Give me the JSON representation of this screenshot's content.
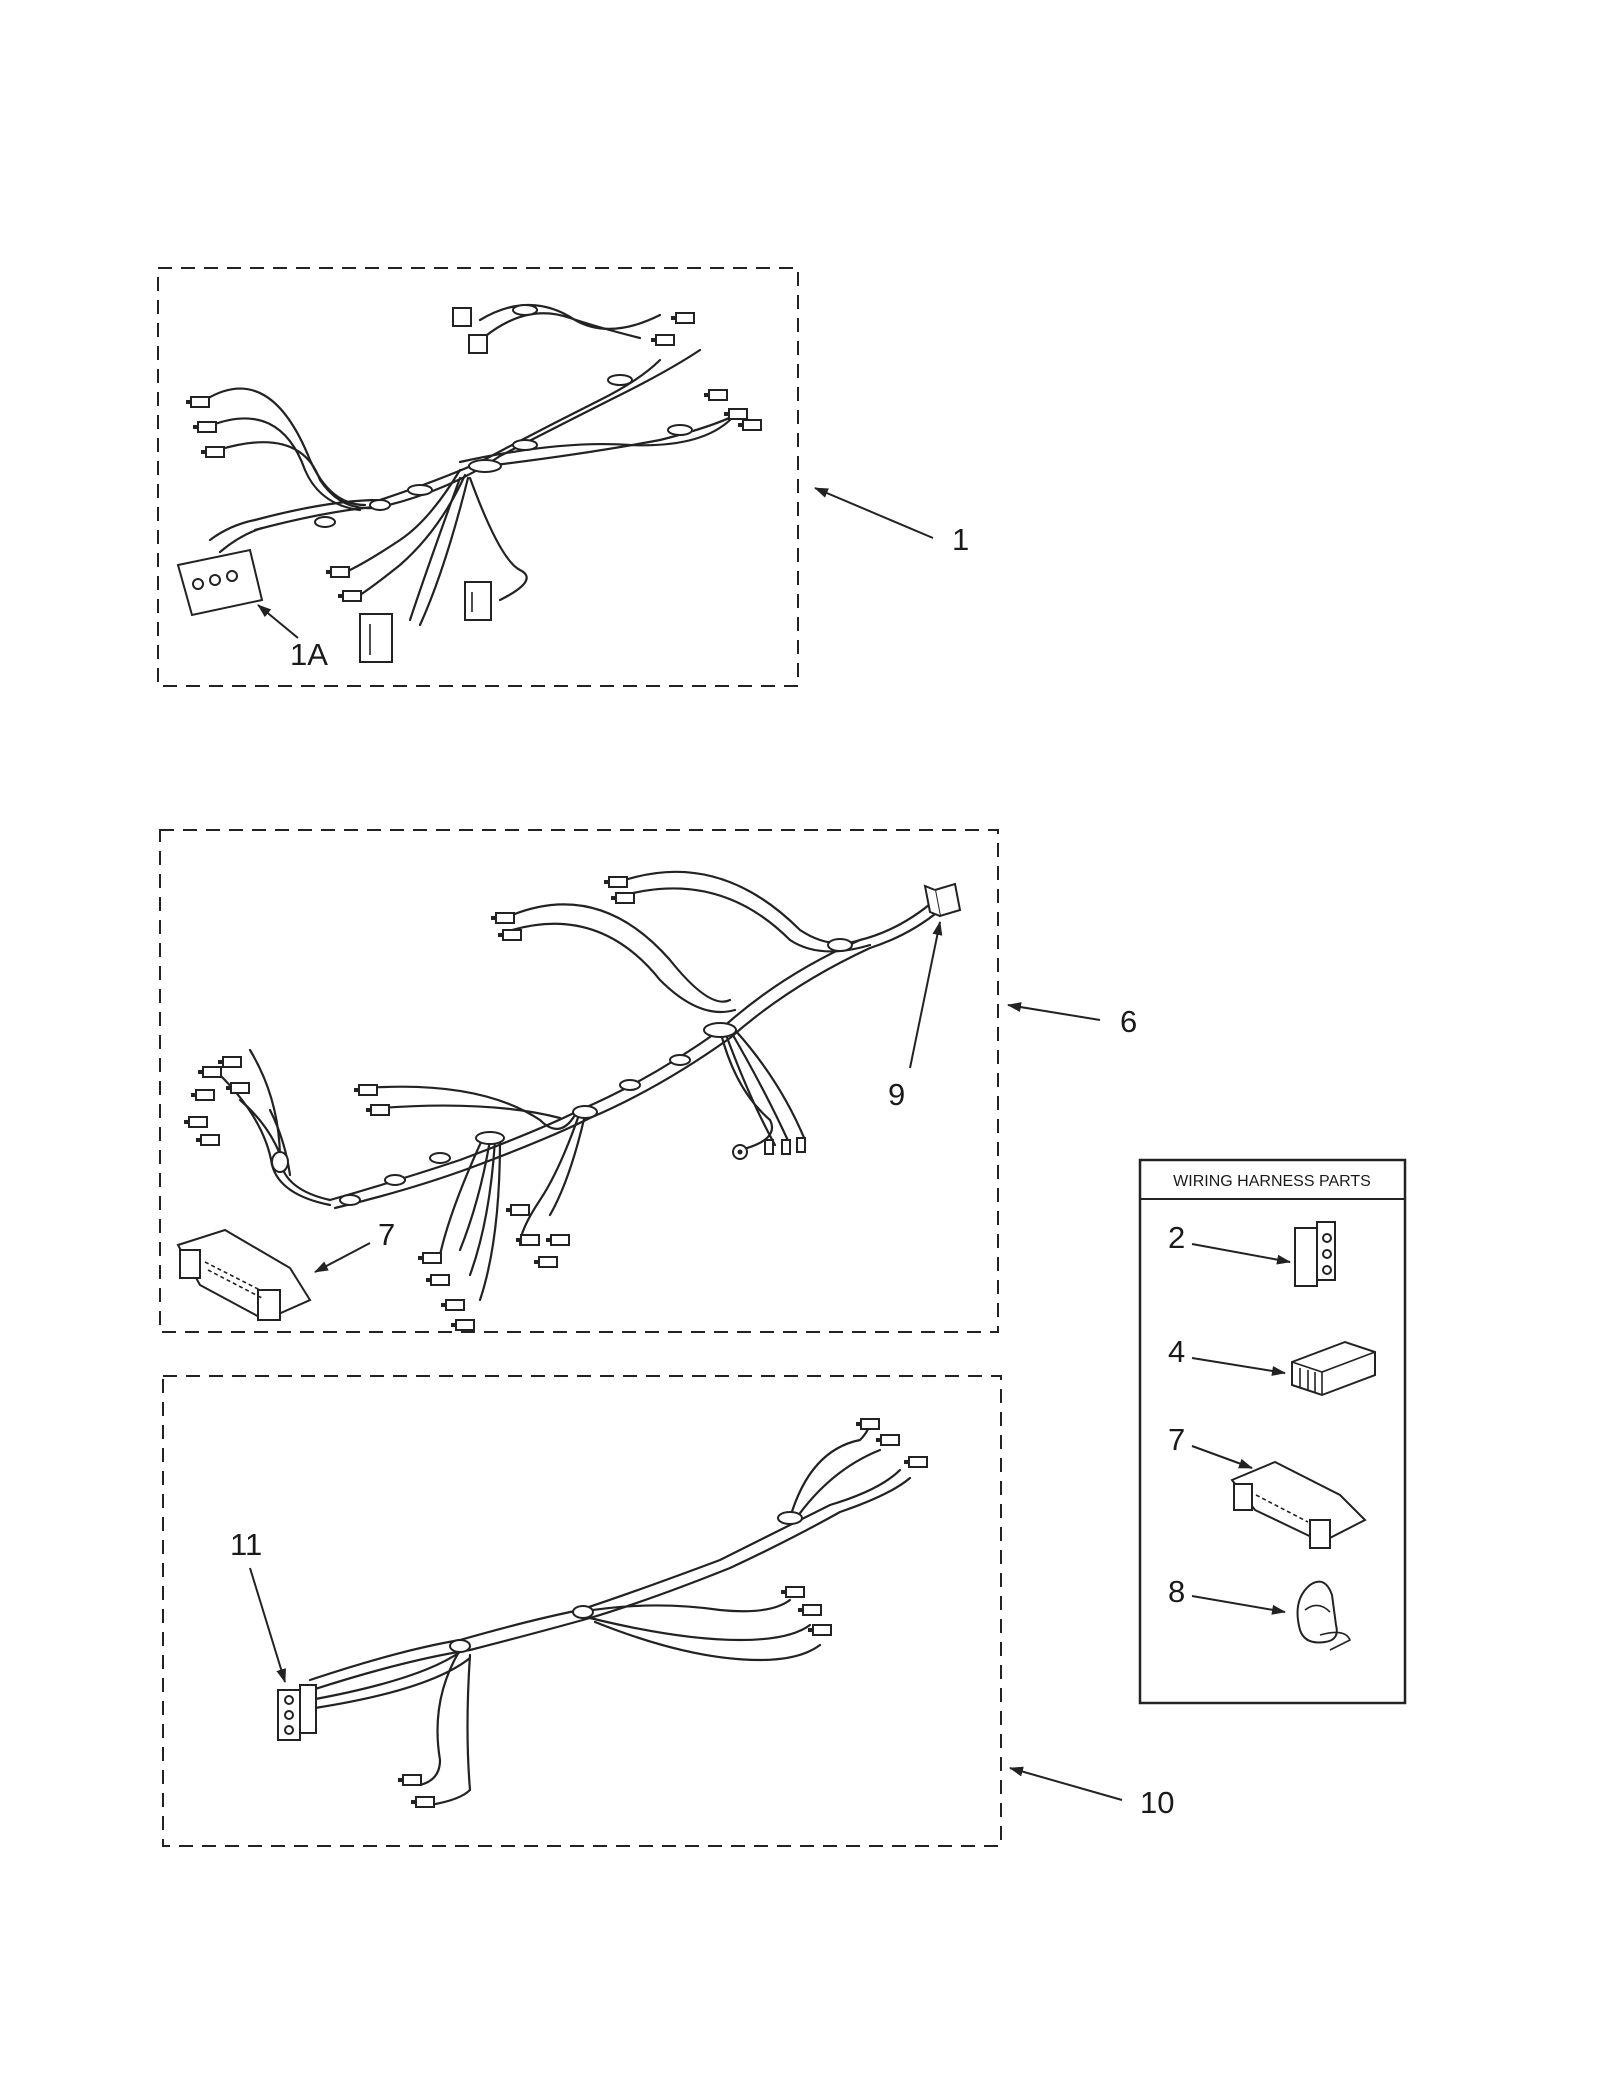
{
  "callouts": {
    "harness_1": "1",
    "connector_1a": "1A",
    "harness_6": "6",
    "connector_9": "9",
    "connector_7": "7",
    "harness_10": "10",
    "connector_11": "11"
  },
  "parts_box": {
    "title": "WIRING HARNESS PARTS",
    "items": [
      {
        "label": "2",
        "icon": "3-pin-connector-icon"
      },
      {
        "label": "4",
        "icon": "terminal-housing-icon"
      },
      {
        "label": "7",
        "icon": "multi-pin-connector-icon"
      },
      {
        "label": "8",
        "icon": "wire-clip-icon"
      }
    ]
  }
}
